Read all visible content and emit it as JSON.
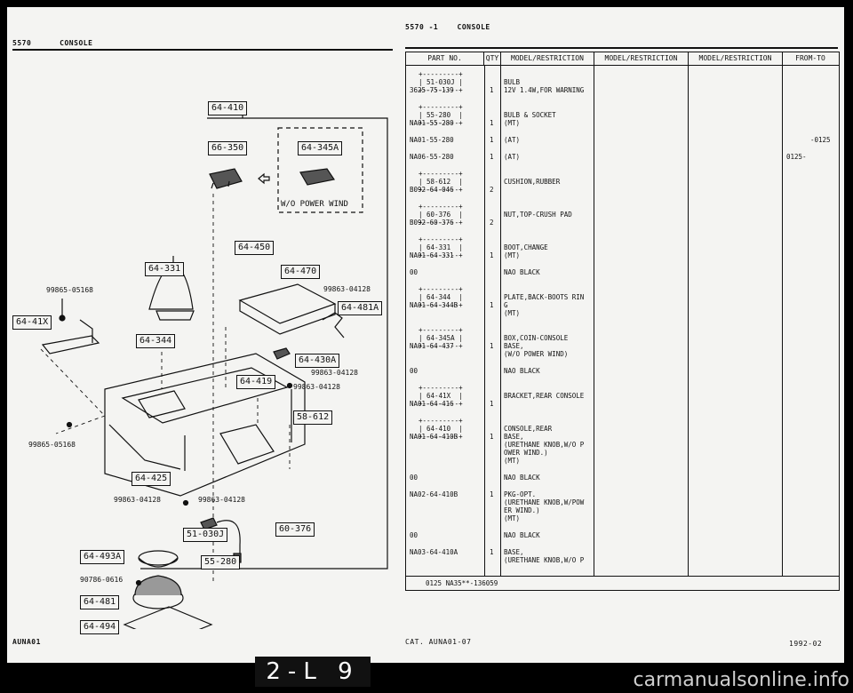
{
  "left_header": {
    "model": "5570",
    "section": "CONSOLE"
  },
  "right_header": {
    "model": "5570",
    "num": "-1",
    "section": "CONSOLE"
  },
  "callouts": {
    "c410": "64-410",
    "c350": "66-350",
    "c345a": "64-345A",
    "c450": "64-450",
    "c331": "64-331",
    "c470": "64-470",
    "c41x": "64-41X",
    "c344": "64-344",
    "c481a": "64-481A",
    "c430a": "64-430A",
    "c419": "64-419",
    "c612": "58-612",
    "c425": "64-425",
    "c030j": "51-030J",
    "c280": "55-280",
    "c376": "60-376",
    "c493a": "64-493A",
    "c481": "64-481",
    "c494": "64-494"
  },
  "diagram_text": {
    "wo_power_wind": "W/O POWER WIND",
    "p_05168_top": "99865-05168",
    "p_05168_bot": "99865-05168",
    "p_04128_a": "99863-04128",
    "p_04128_b": "99863-04128",
    "p_04128_c": "99863-04128",
    "p_04128_d": "99863-04128",
    "p_04128_e": "99863-04128",
    "p_0616": "90786-0616"
  },
  "table": {
    "headers": [
      "PART NO.",
      "QTY",
      "MODEL/RESTRICTION",
      "MODEL/RESTRICTION",
      "MODEL/RESTRICTION",
      "FROM-TO"
    ],
    "rows": [
      {
        "group": "51-030J",
        "part": "3625-75-139",
        "qty": "1",
        "desc": "BULB\n12V 1.4W,FOR WARNING",
        "from": ""
      },
      {
        "group": "55-280",
        "part": "NA01-55-280",
        "qty": "1",
        "desc": "BULB & SOCKET\n(MT)",
        "from": ""
      },
      {
        "group": "",
        "part": "NA01-55-280",
        "qty": "1",
        "desc": "(AT)",
        "from": "-0125"
      },
      {
        "group": "",
        "part": "NA06-55-280",
        "qty": "1",
        "desc": "(AT)",
        "from": "0125-"
      },
      {
        "group": "58-612",
        "part": "B092-64-046",
        "qty": "2",
        "desc": "CUSHION,RUBBER",
        "from": ""
      },
      {
        "group": "60-376",
        "part": "B092-60-376",
        "qty": "2",
        "desc": "NUT,TOP-CRUSH PAD",
        "from": ""
      },
      {
        "group": "64-331",
        "part": "NA01-64-331",
        "qty": "1",
        "desc": "BOOT,CHANGE\n(MT)",
        "from": ""
      },
      {
        "group": "",
        "part": "00",
        "qty": "",
        "desc": "NAO BLACK",
        "from": ""
      },
      {
        "group": "64-344",
        "part": "NA01-64-344B",
        "qty": "1",
        "desc": "PLATE,BACK-BOOTS RIN\nG\n(MT)",
        "from": ""
      },
      {
        "group": "64-345A",
        "part": "NA01-64-437",
        "qty": "1",
        "desc": "BOX,COIN-CONSOLE\nBASE,\n(W/O POWER WIND)",
        "from": ""
      },
      {
        "group": "",
        "part": "00",
        "qty": "",
        "desc": "NAO BLACK",
        "from": ""
      },
      {
        "group": "64-41X",
        "part": "NA01-64-416",
        "qty": "1",
        "desc": "BRACKET,REAR CONSOLE",
        "from": ""
      },
      {
        "group": "64-410",
        "part": "NA01-64-410B",
        "qty": "1",
        "desc": "CONSOLE,REAR\nBASE,\n(URETHANE KNOB,W/O P\nOWER WIND.)\n(MT)",
        "from": ""
      },
      {
        "group": "",
        "part": "00",
        "qty": "",
        "desc": "NAO BLACK",
        "from": ""
      },
      {
        "group": "",
        "part": "NA02-64-410B",
        "qty": "1",
        "desc": "PKG-OPT.\n(URETHANE KNOB,W/POW\nER WIND.)\n(MT)",
        "from": ""
      },
      {
        "group": "",
        "part": "00",
        "qty": "",
        "desc": "NAO BLACK",
        "from": ""
      },
      {
        "group": "",
        "part": "NA03-64-410A",
        "qty": "1",
        "desc": "BASE,\n(URETHANE KNOB,W/O P",
        "from": ""
      }
    ],
    "footer_note": "0125 NA35**-136059"
  },
  "footer": {
    "left_code": "AUNA01",
    "cat": "CAT. AUNA01-07",
    "date": "1992-02",
    "page_mark": "2-L 9",
    "watermark": "carmanualsonline.info"
  }
}
